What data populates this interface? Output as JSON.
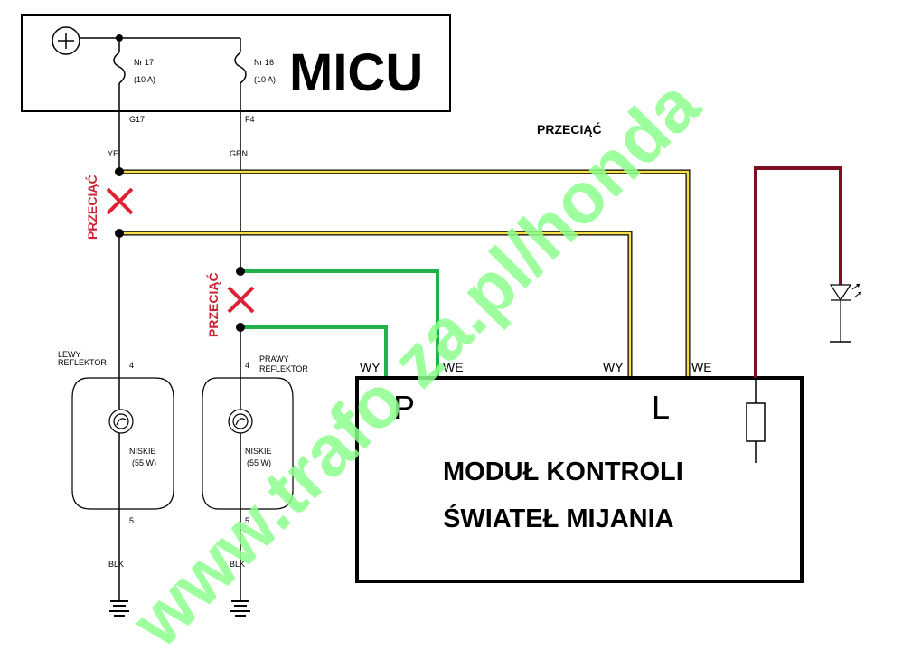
{
  "micu": {
    "title": "MICU",
    "fuse_left": {
      "nr": "Nr 17",
      "amp": "(10 A)",
      "pin": "G17",
      "wire_color": "YEL"
    },
    "fuse_right": {
      "nr": "Nr 16",
      "amp": "(10 A)",
      "pin": "F4",
      "wire_color": "GRN"
    }
  },
  "cut_label": "PRZECIĄĆ",
  "left_reflector": {
    "label_line1": "LEWY",
    "label_line2": "REFLEKTOR",
    "pin_top": "4",
    "pin_bottom": "5",
    "beam": "NISKIE",
    "power": "(55 W)",
    "ground_color": "BLK"
  },
  "right_reflector": {
    "label_line1": "PRAWY",
    "label_line2": "REFLEKTOR",
    "pin_top": "4",
    "pin_bottom": "5",
    "beam": "NISKIE",
    "power": "(55 W)",
    "ground_color": "BLK"
  },
  "module": {
    "title_line1": "MODUŁ KONTROLI",
    "title_line2": "ŚWIATEŁ MIJANIA",
    "p_label": "P",
    "l_label": "L",
    "wires": {
      "p_wy": "WY",
      "p_we": "WE",
      "l_wy": "WY",
      "l_we": "WE"
    }
  },
  "watermark": "www.trafo za.pl/honda",
  "colors": {
    "green_wire": "#22b04b",
    "yellow_wire": "#f5e04a",
    "red_wire": "#7a1020",
    "cut_red": "#dd2233",
    "watermark": "#8cff8c"
  }
}
